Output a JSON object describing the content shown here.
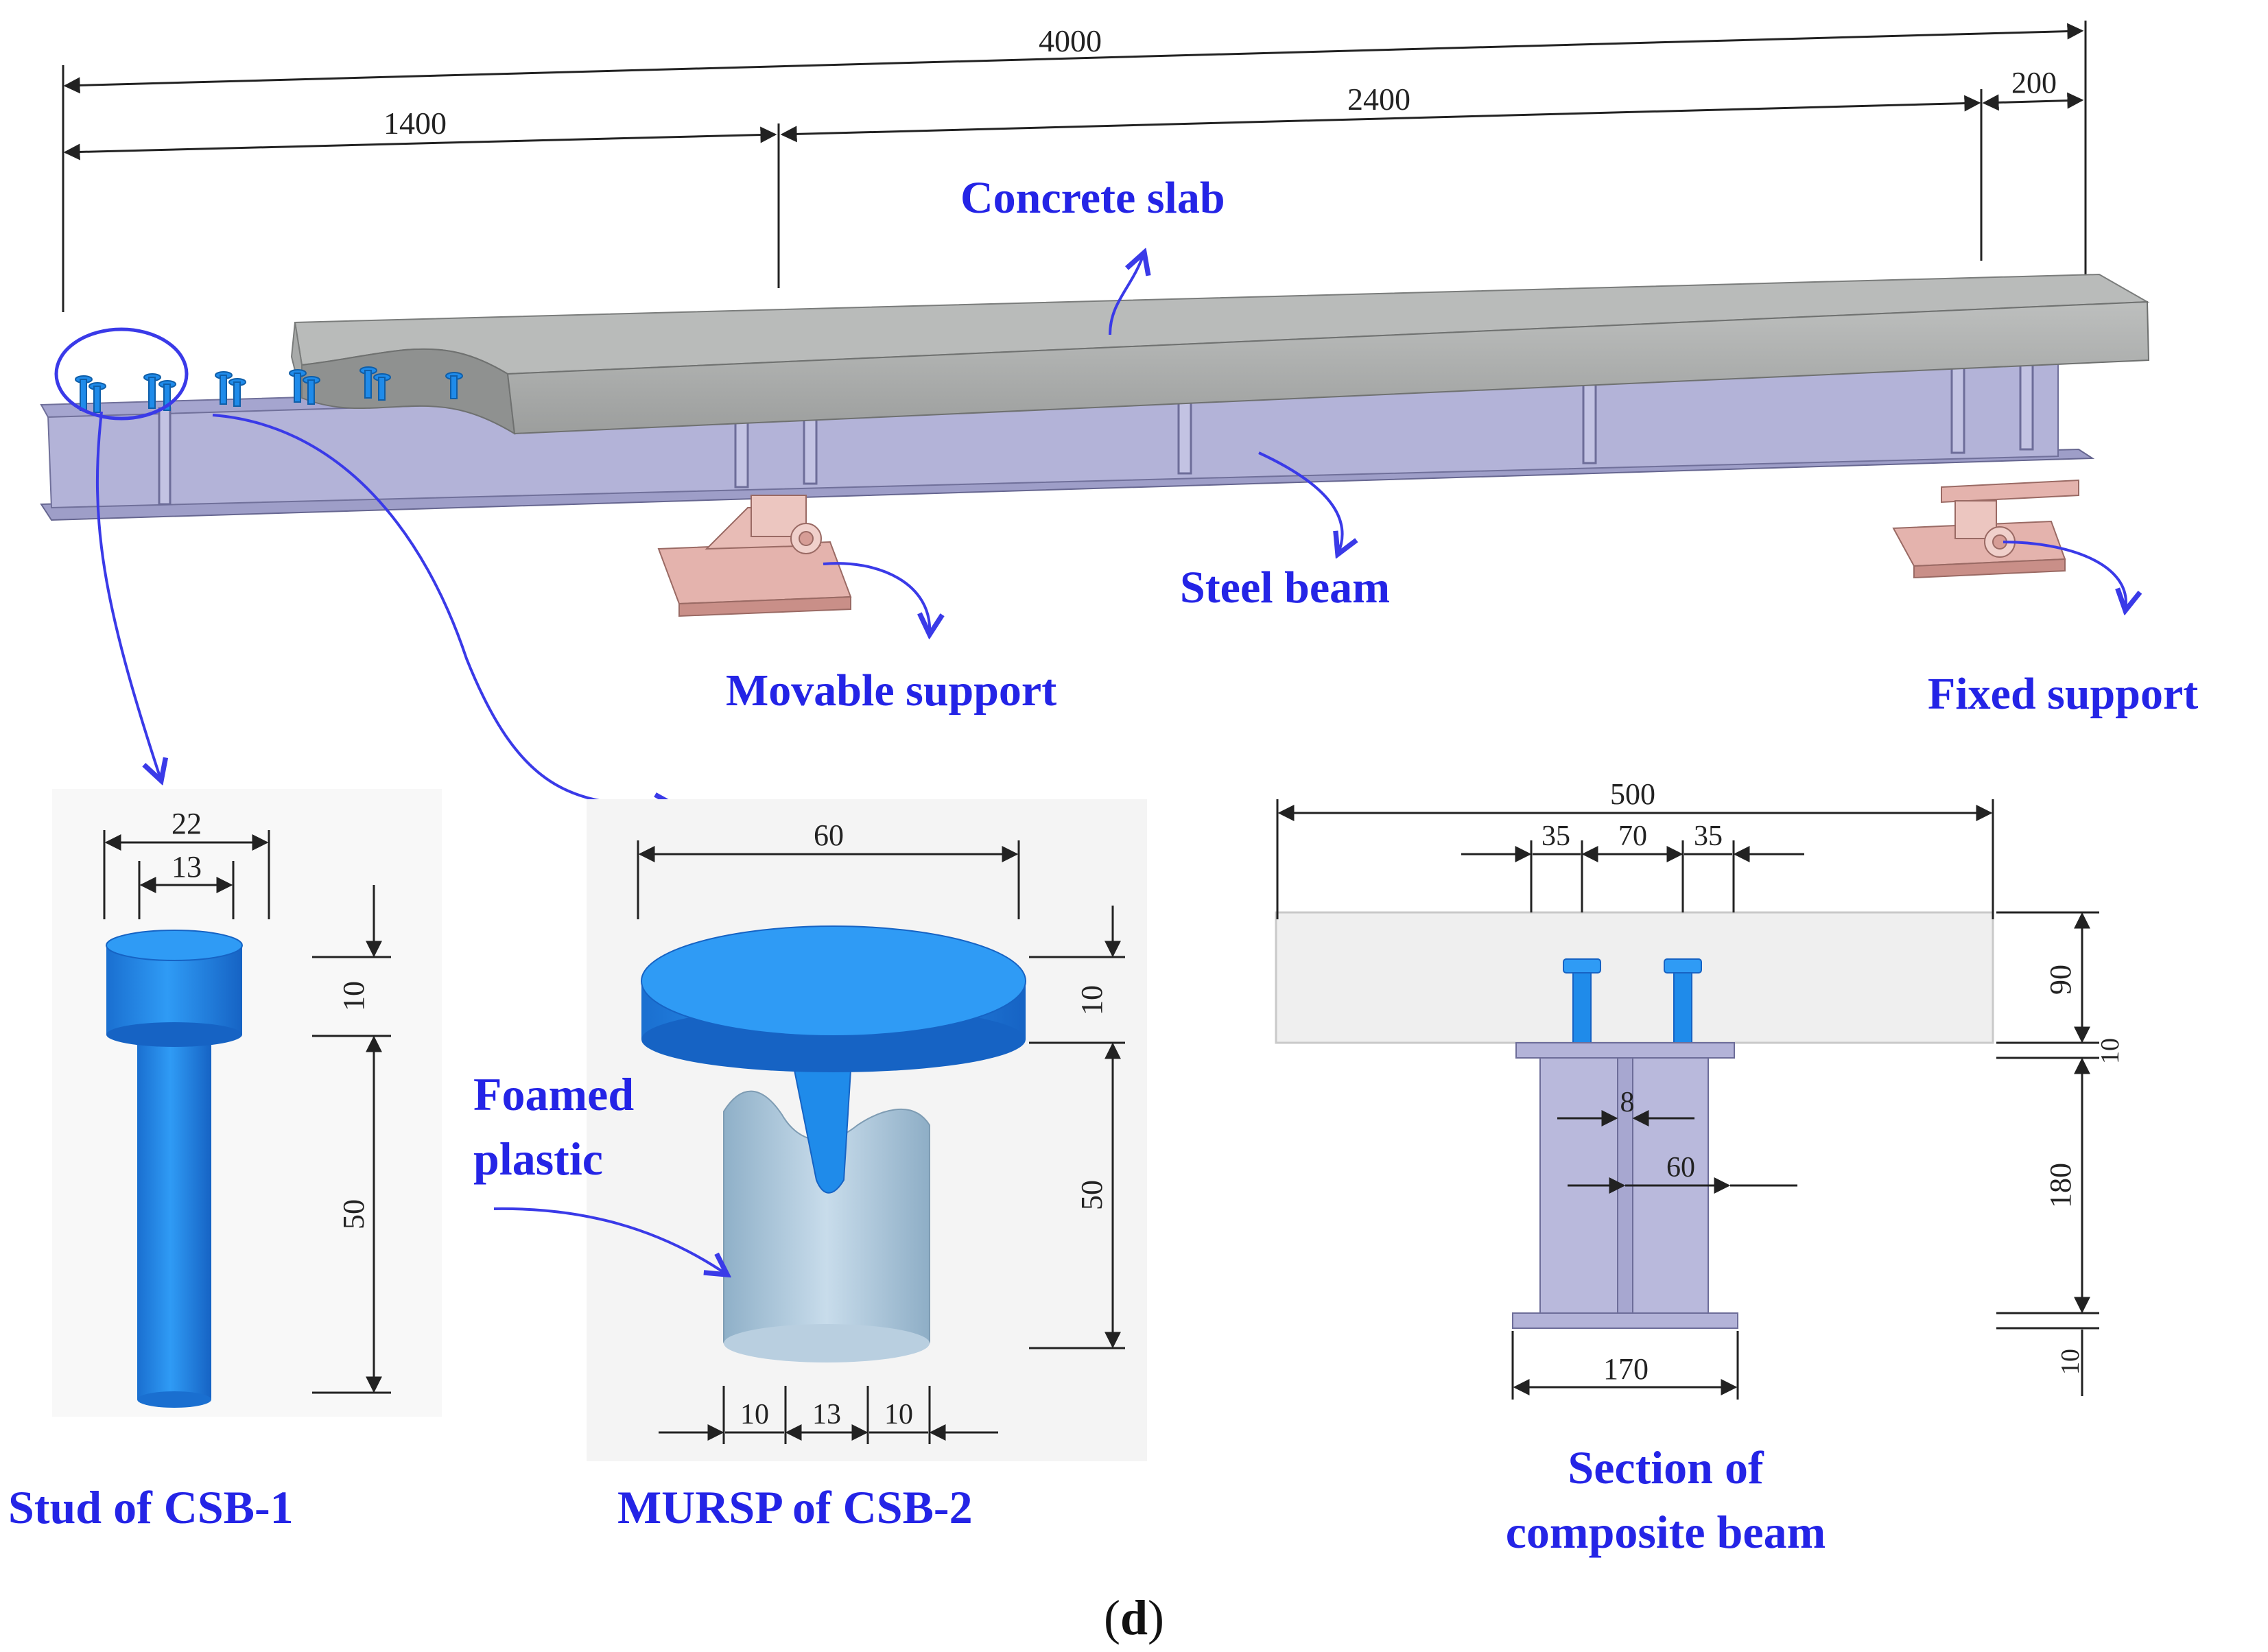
{
  "colors": {
    "label": "#2424e6",
    "arrow": "#3a3ae8",
    "stud": "#1f8bea",
    "slab": "#a9abaa",
    "steel": "#b3b3d8",
    "support": "#e4b3ad",
    "foam": "#aec6da"
  },
  "overview": {
    "dims": {
      "total": "4000",
      "left": "1400",
      "middle": "2400",
      "right": "200"
    },
    "labels": {
      "concrete_slab": "Concrete slab",
      "steel_beam": "Steel beam",
      "movable_support": "Movable support",
      "fixed_support": "Fixed support"
    }
  },
  "stud_csb1": {
    "caption": "Stud of CSB-1",
    "dims": {
      "head_dia": "22",
      "shank_dia": "13",
      "head_h": "10",
      "shank_h": "50"
    }
  },
  "mursp_csb2": {
    "caption": "MURSP of CSB-2",
    "foam_label_1": "Foamed",
    "foam_label_2": "plastic",
    "dims": {
      "head_dia": "60",
      "head_h": "10",
      "body_h": "50",
      "b1": "10",
      "b2": "13",
      "b3": "10"
    }
  },
  "section": {
    "caption_1": "Section of",
    "caption_2": "composite beam",
    "dims": {
      "slab_w": "500",
      "s1": "35",
      "s2": "70",
      "s3": "35",
      "slab_h": "90",
      "gap": "10",
      "web_h": "180",
      "flange_h": "10",
      "web_t": "8",
      "half_flange": "60",
      "flange_w": "170"
    }
  },
  "figure_label": "(d)"
}
